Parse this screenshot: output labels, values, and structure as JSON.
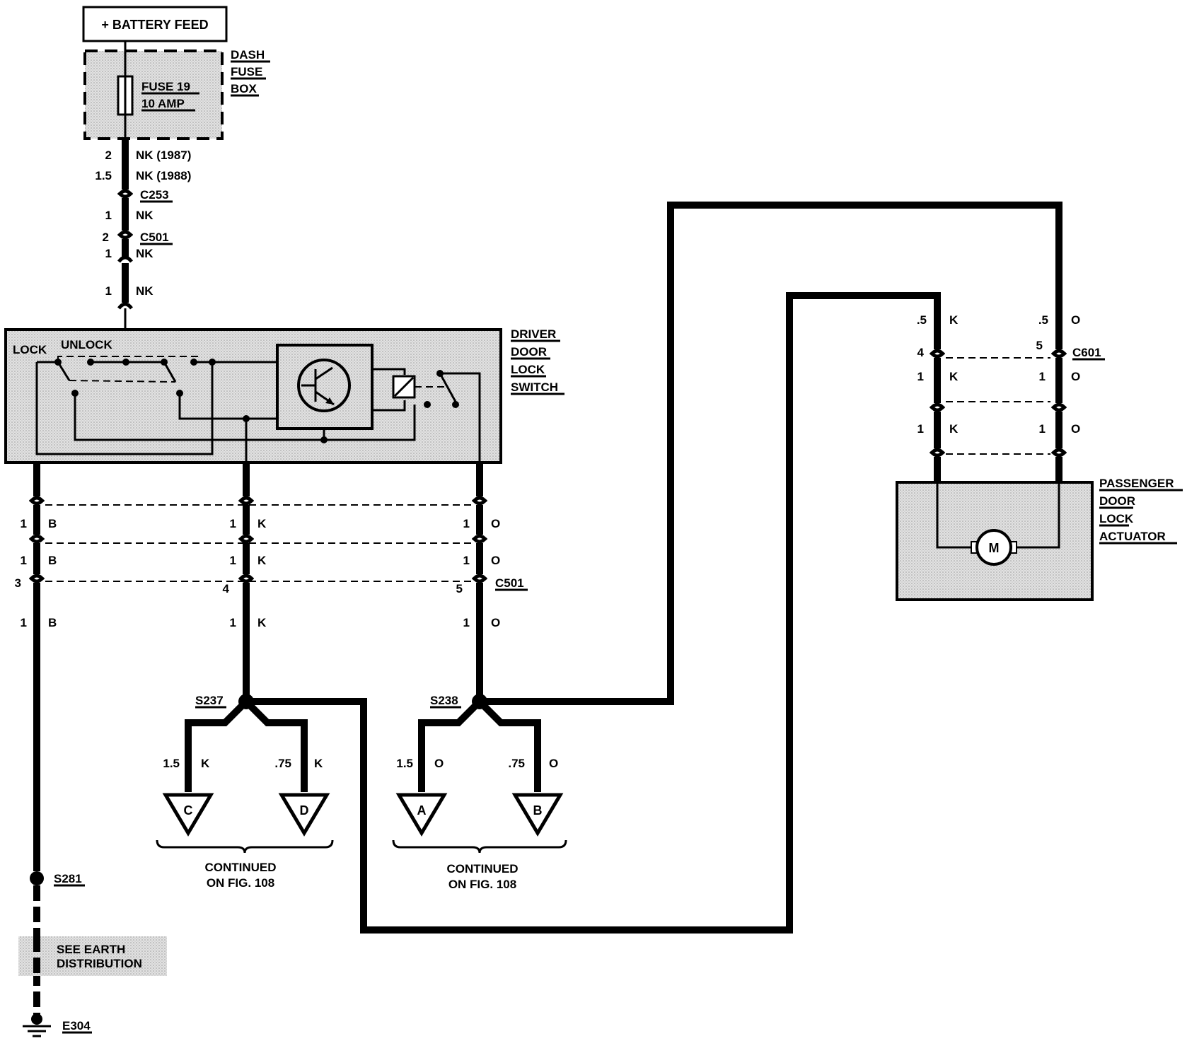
{
  "battery_feed": "+ BATTERY FEED",
  "dash_fuse_box": [
    "DASH",
    "FUSE",
    "BOX"
  ],
  "fuse": {
    "name": "FUSE 19",
    "rating": "10 AMP"
  },
  "feed_wires": [
    {
      "size": "2",
      "color": "NK (1987)"
    },
    {
      "size": "1.5",
      "color": "NK (1988)"
    },
    {
      "size": "1",
      "color": "NK"
    },
    {
      "size": "1",
      "color": "NK"
    },
    {
      "size": "1",
      "color": "NK"
    }
  ],
  "feed_connectors": [
    {
      "name": "C253",
      "pin": ""
    },
    {
      "name": "C501",
      "pin": "2"
    }
  ],
  "switch": {
    "title_lines": [
      "DRIVER",
      "DOOR",
      "LOCK",
      "SWITCH"
    ],
    "lock_label": "LOCK",
    "unlock_label": "UNLOCK"
  },
  "lower_columns": [
    {
      "wire1": {
        "size": "1",
        "color": "B"
      },
      "wire2": {
        "size": "1",
        "color": "B"
      },
      "pin": "3",
      "wire3": {
        "size": "1",
        "color": "B"
      }
    },
    {
      "wire1": {
        "size": "1",
        "color": "K"
      },
      "wire2": {
        "size": "1",
        "color": "K"
      },
      "pin": "4",
      "wire3": {
        "size": "1",
        "color": "K"
      }
    },
    {
      "wire1": {
        "size": "1",
        "color": "O"
      },
      "wire2": {
        "size": "1",
        "color": "O"
      },
      "pin": "5",
      "wire3": {
        "size": "1",
        "color": "O"
      }
    }
  ],
  "lower_connector": "C501",
  "splices": [
    {
      "name": "S237",
      "left": {
        "size": "1.5",
        "color": "K",
        "term": "C"
      },
      "right": {
        "size": ".75",
        "color": "K",
        "term": "D"
      }
    },
    {
      "name": "S238",
      "left": {
        "size": "1.5",
        "color": "O",
        "term": "A"
      },
      "right": {
        "size": ".75",
        "color": "O",
        "term": "B"
      }
    }
  ],
  "continued": [
    "CONTINUED",
    "ON FIG. 108"
  ],
  "earth": {
    "splice": "S281",
    "note": [
      "SEE EARTH",
      "DISTRIBUTION"
    ],
    "ground": "E304"
  },
  "passenger": {
    "title_lines": [
      "PASSENGER",
      "DOOR",
      "LOCK",
      "ACTUATOR"
    ],
    "connector": "C601",
    "motor": "M",
    "left_wires": [
      {
        "size": ".5",
        "color": "K"
      },
      {
        "size": "4",
        "color": ""
      },
      {
        "size": "1",
        "color": "K"
      },
      {
        "size": "1",
        "color": "K"
      }
    ],
    "right_wires": [
      {
        "size": ".5",
        "color": "O"
      },
      {
        "size": "5",
        "color": ""
      },
      {
        "size": "1",
        "color": "O"
      },
      {
        "size": "1",
        "color": "O"
      }
    ]
  }
}
